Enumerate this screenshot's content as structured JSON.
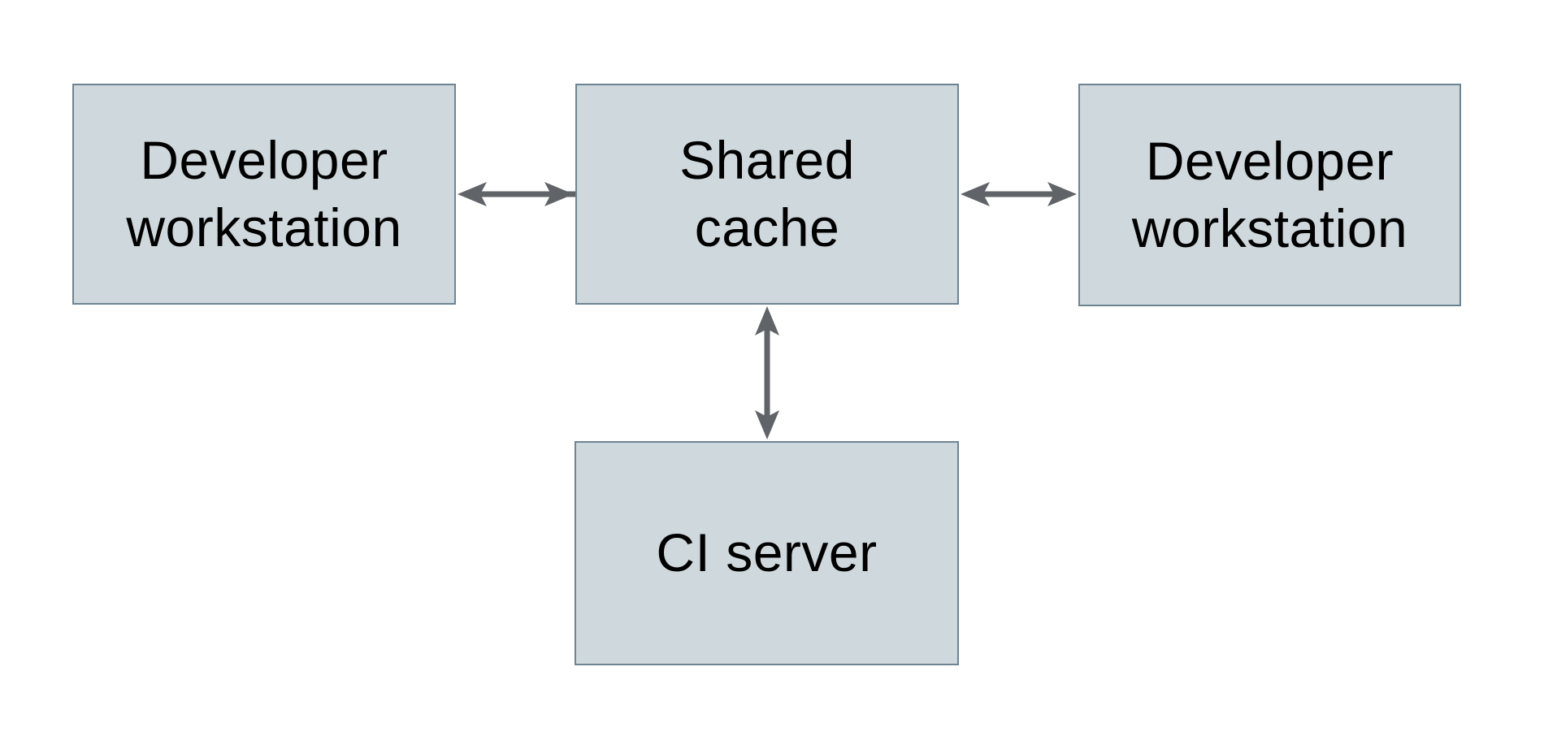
{
  "diagram": {
    "title": "",
    "nodes": {
      "dev_left": {
        "label": "Developer workstation"
      },
      "shared_cache": {
        "label": "Shared cache"
      },
      "dev_right": {
        "label": "Developer workstation"
      },
      "ci_server": {
        "label": "CI server"
      }
    },
    "edges": [
      {
        "from": "dev_left",
        "to": "shared_cache",
        "direction": "bidirectional"
      },
      {
        "from": "shared_cache",
        "to": "dev_right",
        "direction": "bidirectional"
      },
      {
        "from": "shared_cache",
        "to": "ci_server",
        "direction": "bidirectional"
      }
    ],
    "colors": {
      "background": "#ffffff",
      "box_fill": "#cfd8dc",
      "box_border": "#6e8492",
      "arrow": "#606368",
      "text": "#000000"
    }
  }
}
